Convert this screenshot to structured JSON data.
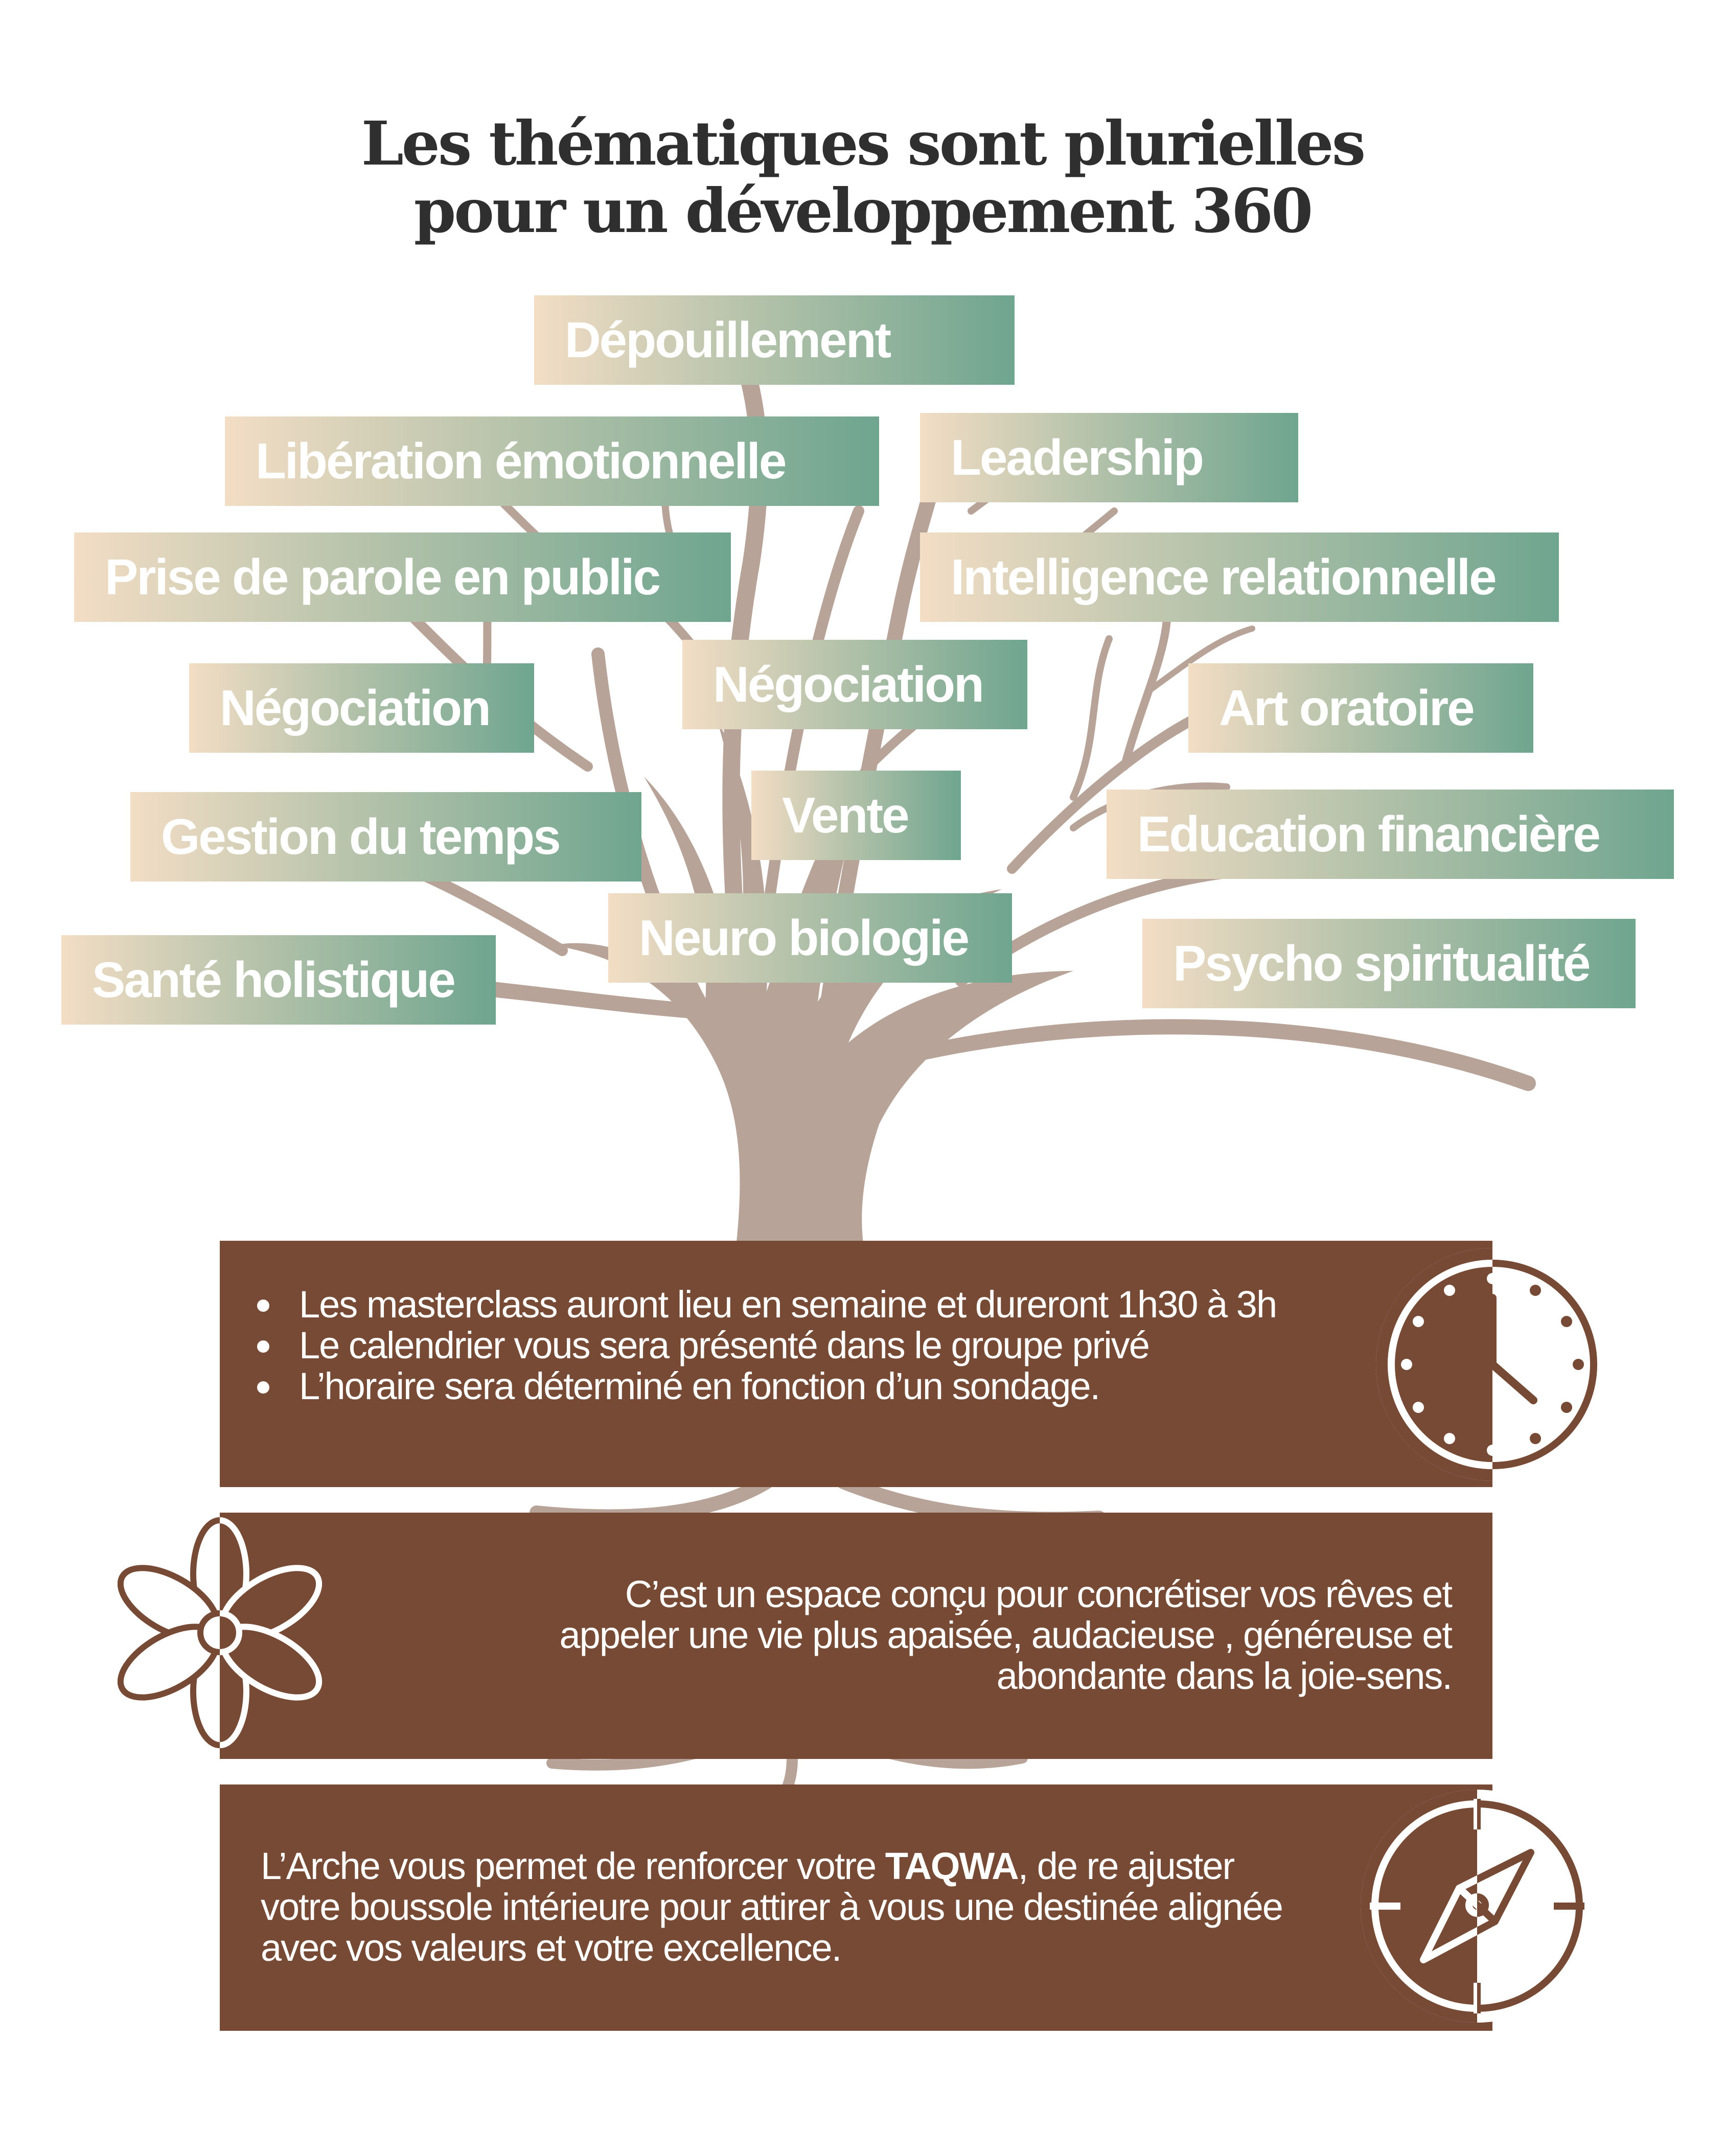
{
  "title": {
    "line1": "Les thématiques sont plurielles",
    "line2": "pour un développement 360"
  },
  "themes": [
    "Dépouillement",
    "Libération émotionnelle",
    "Leadership",
    "Prise de parole en public",
    "Intelligence relationnelle",
    "Négociation",
    "Négociation",
    "Art oratoire",
    "Gestion du temps",
    "Vente",
    "Education financière",
    "Santé holistique",
    "Neuro biologie",
    "Psycho spiritualité"
  ],
  "schedule": {
    "bullets": [
      "Les masterclass auront lieu en semaine et dureront 1h30 à 3h",
      "Le calendrier vous sera présenté dans le groupe privé",
      "L’horaire sera déterminé en fonction d’un sondage."
    ]
  },
  "space": {
    "line1": "C’est un espace conçu pour concrétiser vos rêves et",
    "line2": "appeler une vie plus apaisée, audacieuse , généreuse et",
    "line3": "abondante dans la joie-sens."
  },
  "arche": {
    "before": "L’Arche vous permet de renforcer votre ",
    "highlight": "TAQWA",
    "after": ", de re ajuster votre boussole intérieure pour attirer à vous une destinée alignée avec vos valeurs et votre excellence."
  },
  "icons": {
    "clock": "clock-icon",
    "flower": "flower-icon",
    "compass": "compass-icon"
  },
  "colors": {
    "tree": "#b7a398",
    "panel": "#764a34",
    "tag_start": "#f3ddc5",
    "tag_end": "#6fa58f",
    "title": "#2f2f2f"
  }
}
